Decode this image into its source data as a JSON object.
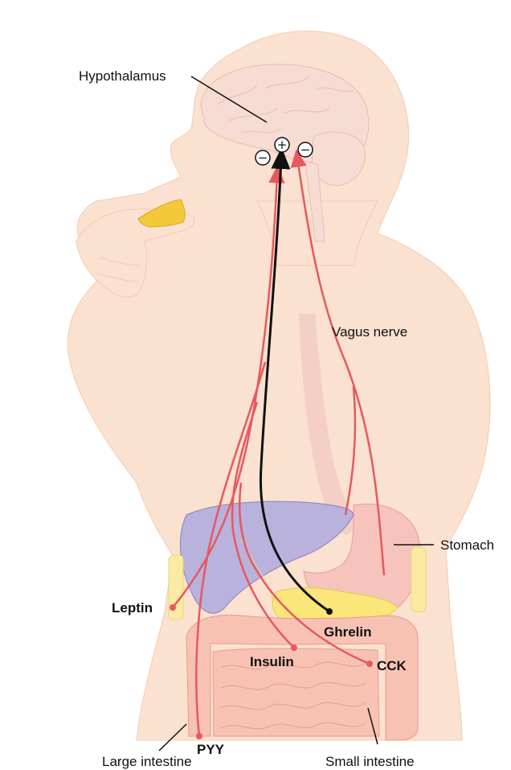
{
  "labels": {
    "hypothalamus": "Hypothalamus",
    "vagus_nerve": "Vagus nerve",
    "stomach": "Stomach",
    "leptin": "Leptin",
    "ghrelin": "Ghrelin",
    "insulin": "Insulin",
    "cck": "CCK",
    "pyy": "PYY",
    "large_intestine": "Large intestine",
    "small_intestine": "Small intestine"
  },
  "signals": {
    "stimulate": "+",
    "inhibit_left": "−",
    "inhibit_right": "−"
  },
  "colors": {
    "skin": "#fbe1cf",
    "skin_outline": "#f4cbb2",
    "brain": "#f6dcd3",
    "liver": "#b9b2dc",
    "stomach": "#f6c3bd",
    "pancreas": "#fbe779",
    "intestine": "#f7c2b4",
    "inhibitory_path": "#e8585f",
    "stimulatory_path": "#111111",
    "chip": "#f2c93b"
  }
}
